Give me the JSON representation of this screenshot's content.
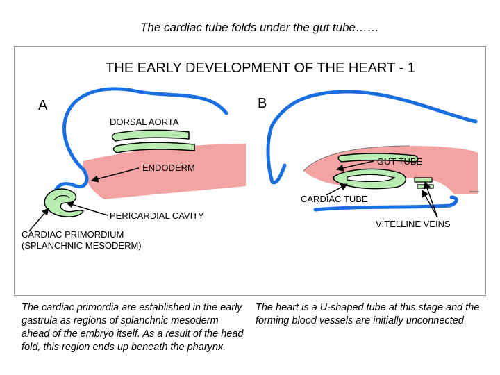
{
  "slide_title": "The cardiac tube folds under the gut tube……",
  "figure": {
    "heading": "THE EARLY DEVELOPMENT OF THE HEART - 1",
    "panel_a": "A",
    "panel_b": "B",
    "labels": {
      "dorsal_aorta": "DORSAL AORTA",
      "endoderm": "ENDODERM",
      "gut_tube": "GUT TUBE",
      "cardiac_tube": "CARDIAC TUBE",
      "pericardial_cavity": "PERICARDIAL CAVITY",
      "vitelline_veins": "VITELLINE VEINS",
      "cardiac_primordium_line1": "CARDIAC PRIMORDIUM",
      "cardiac_primordium_line2": "(SPLANCHNIC MESODERM)"
    },
    "colors": {
      "ectoderm": "#1a6fe0",
      "endoderm": "#f4a3a3",
      "mesoderm": "#b8ecb0",
      "outline": "#000000"
    }
  },
  "captions": {
    "left": "The cardiac primordia are established in the early gastrula as regions of splanchnic mesoderm ahead of the embryo itself. As a result of the head fold, this region ends up beneath the pharynx.",
    "right": "The heart is a U-shaped tube at this stage and the forming blood vessels are initially unconnected"
  }
}
